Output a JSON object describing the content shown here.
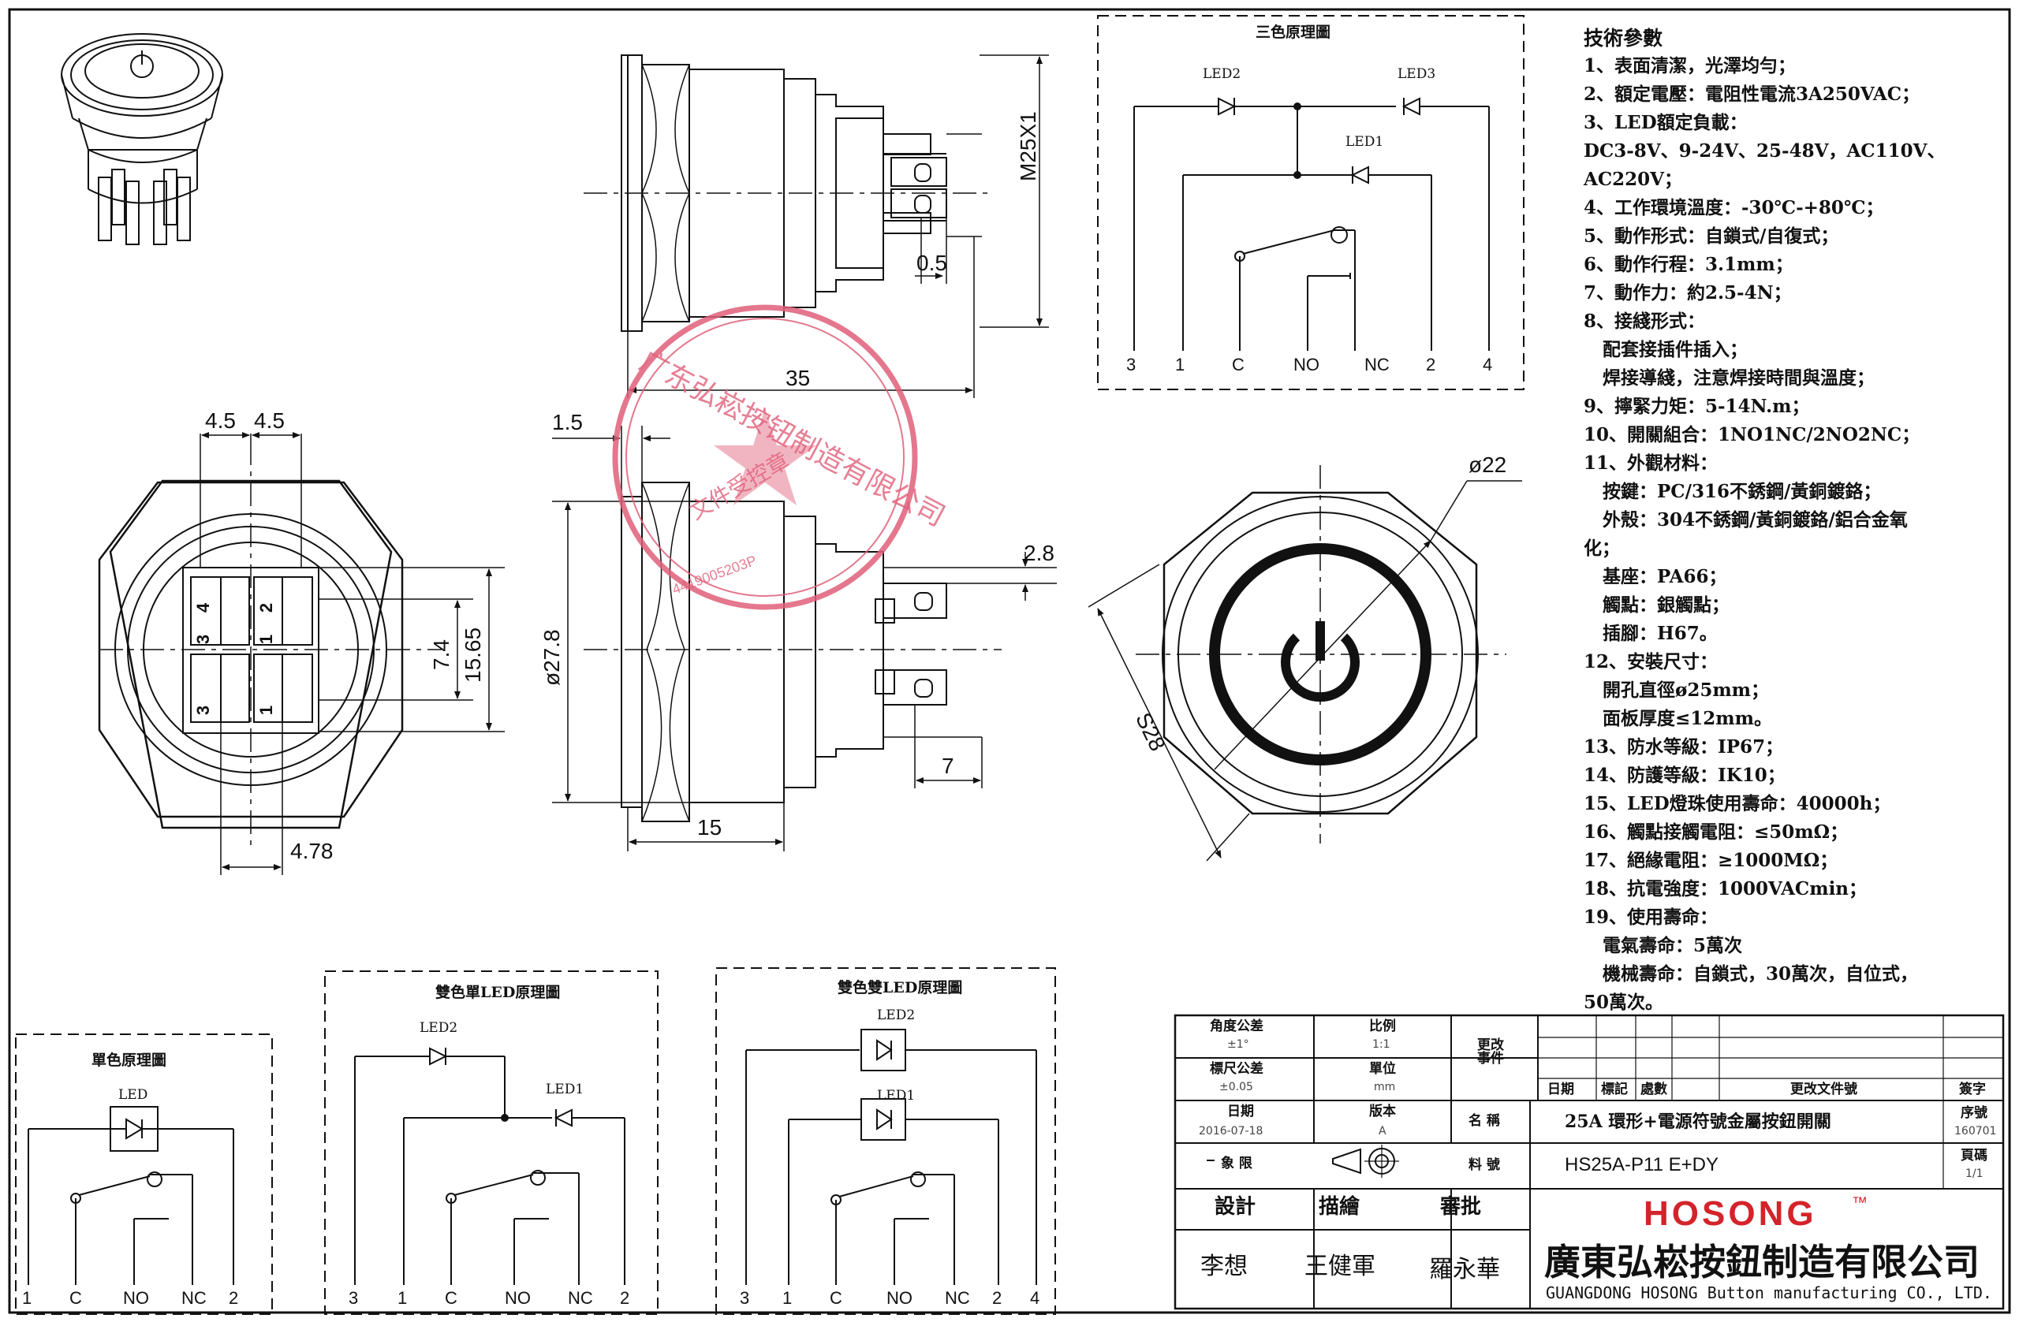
{
  "schematics": {
    "three_color": {
      "title": "三色原理圖",
      "leds": [
        "LED2",
        "LED3",
        "LED1"
      ],
      "pins": [
        "3",
        "1",
        "C",
        "NO",
        "NC",
        "2",
        "4"
      ]
    },
    "single_color": {
      "title": "單色原理圖",
      "leds": [
        "LED"
      ],
      "pins": [
        "1",
        "C",
        "NO",
        "NC",
        "2"
      ]
    },
    "bicolor_single_led": {
      "title": "雙色單LED原理圖",
      "leds": [
        "LED2",
        "LED1"
      ],
      "pins": [
        "3",
        "1",
        "C",
        "NO",
        "NC",
        "2"
      ]
    },
    "bicolor_dual_led": {
      "title": "雙色雙LED原理圖",
      "leds": [
        "LED2",
        "LED1"
      ],
      "pins": [
        "3",
        "1",
        "C",
        "NO",
        "NC",
        "2",
        "4"
      ]
    }
  },
  "dimensions": {
    "thread": "M25X1",
    "d05": "0.5",
    "d35": "35",
    "d45a": "4.5",
    "d45b": "4.5",
    "d15pitch": "1.5",
    "d74": "7.4",
    "d1565": "15.65",
    "d478": "4.78",
    "d278": "ø27.8",
    "d28": "2.8",
    "d7": "7",
    "d15": "15",
    "d22": "ø22",
    "s28": "S28"
  },
  "terminal_marks": [
    "4",
    "2",
    "3",
    "1",
    "3",
    "1"
  ],
  "stamp": {
    "company": "广东弘崧按钮制造有限公司",
    "purpose": "文件受控章",
    "code": "4419005203P"
  },
  "spec": {
    "title": "技術參數",
    "lines": [
      "1、表面清潔，光澤均勻；",
      "2、額定電壓：電阻性電流3A250VAC；",
      "3、LED額定負載：",
      "DC3-8V、9-24V、25-48V，AC110V、",
      "AC220V；",
      "4、工作環境溫度：-30℃-+80℃；",
      "5、動作形式：自鎖式/自復式；",
      "6、動作行程：3.1mm；",
      "7、動作力：約2.5-4N；",
      "8、接綫形式：",
      "配套接插件插入；",
      "焊接導綫，注意焊接時間與溫度；",
      "9、擰緊力矩：5-14N.m；",
      "10、開關組合：1NO1NC/2NO2NC；",
      "11、外觀材料：",
      "按鍵：PC/316不銹鋼/黃銅鍍鉻；",
      "外殼：304不銹鋼/黃銅鍍鉻/鋁合金氧",
      "化；",
      "基座：PA66；",
      "觸點：銀觸點；",
      "插腳：H67。",
      "12、安裝尺寸：",
      "開孔直徑ø25mm；",
      "面板厚度≤12mm。",
      "13、防水等級：IP67；",
      "14、防護等級：IK10；",
      "15、LED燈珠使用壽命：40000h；",
      "16、觸點接觸電阻：≤50mΩ；",
      "17、絕緣電阻：≥1000MΩ；",
      "18、抗電強度：1000VACmin；",
      "19、使用壽命：",
      "電氣壽命：5萬次",
      "機械壽命：自鎖式，30萬次，自位式，",
      "50萬次。"
    ]
  },
  "title_block": {
    "angle_tol_label": "角度公差",
    "angle_tol_value": "±1°",
    "scale_label": "比例",
    "scale_value": "1:1",
    "size_tol_label": "標尺公差",
    "size_tol_value": "±0.05",
    "unit_label": "單位",
    "unit_value": "mm",
    "date_label": "日期",
    "date_value": "2016-07-18",
    "version_label": "版本",
    "version_value": "A",
    "change_event_label": "更改事件",
    "change_headers": [
      "日期",
      "標記",
      "處數",
      "更改文件號",
      "簽字"
    ],
    "name_label": "名 稱",
    "name_value": "25A 環形+電源符號金屬按鈕開關",
    "serial_label": "序號",
    "serial_value": "160701",
    "projection_label": "象 限",
    "part_no_label": "料 號",
    "part_no_value": "HS25A-P11 E+DY",
    "page_label": "頁碼",
    "page_value": "1/1",
    "design_label": "設計",
    "draw_label": "描繪",
    "review_label": "審批",
    "designer": "李想",
    "drafter": "王健軍",
    "reviewer": "羅永華",
    "brand": "HOSONG",
    "trademark": "™",
    "company_cn": "廣東弘崧按鈕制造有限公司",
    "company_en": "GUANGDONG HOSONG Button manufacturing CO., LTD."
  }
}
